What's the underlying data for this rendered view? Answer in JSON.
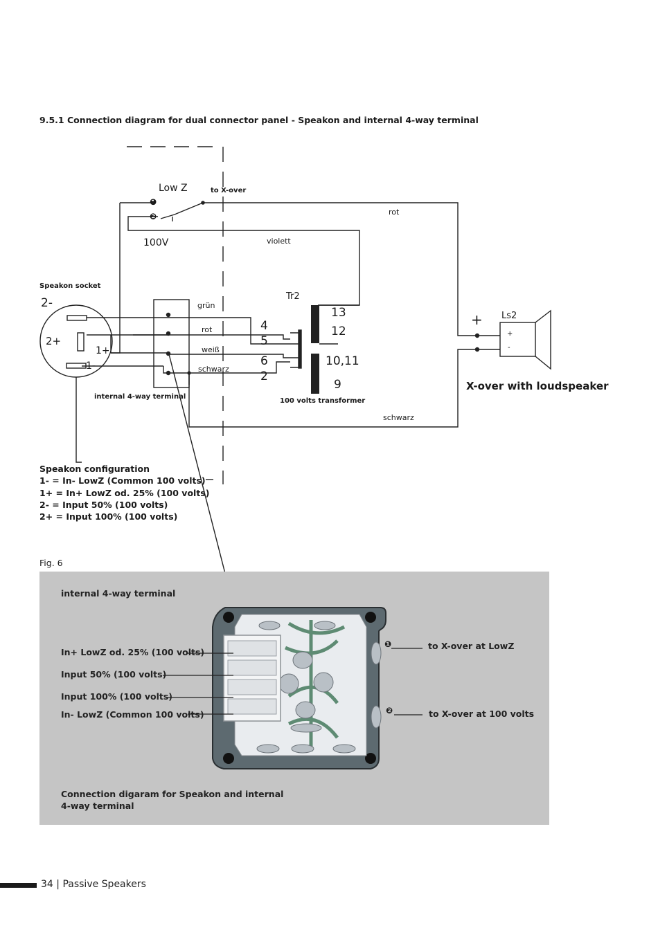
{
  "title": "9.5.1 Connection diagram for dual connector panel - Speakon and internal 4-way terminal",
  "schematic": {
    "lowz": "Low Z",
    "to_xover": "to X-over",
    "v100": "100V",
    "rot": "rot",
    "violett": "violett",
    "speakon_socket": "Speakon socket",
    "tr2": "Tr2",
    "pins": {
      "p2m": "2-",
      "p2p": "2+",
      "p1p": "1+",
      "p1m": "1-"
    },
    "wires": {
      "gruen": "grün",
      "rot": "rot",
      "weiss": "weiß",
      "schwarz": "schwarz",
      "schwarz_bottom": "schwarz"
    },
    "taps_left": [
      "4",
      "5",
      "6",
      "2"
    ],
    "taps_right": [
      "13",
      "12",
      "10,11",
      "9"
    ],
    "plus": "+",
    "ls2": "Ls2",
    "ls_plus": "+",
    "ls_minus": "-",
    "xover_loudspeaker": "X-over with loudspeaker",
    "internal_terminal": "internal 4-way terminal",
    "transformer": "100 volts transformer",
    "markers": {
      "m1": "❶",
      "m2": "❷"
    }
  },
  "speakon_config": {
    "heading": "Speakon configuration",
    "lines": [
      "1- = In- LowZ (Common 100 volts)",
      "1+ = In+ LowZ od. 25% (100 volts)",
      "2- = Input 50% (100 volts)",
      "2+ = Input 100% (100 volts)"
    ]
  },
  "fig": "Fig. 6",
  "photo": {
    "terminal_label": "internal 4-way terminal",
    "left_labels": [
      "In+ LowZ od. 25% (100 volts)",
      "Input 50% (100 volts)",
      "Input 100% (100 volts)",
      "In- LowZ (Common 100 volts)"
    ],
    "right_labels": [
      "to X-over at LowZ",
      "to X-over at 100 volts"
    ],
    "caption_line1": "Connection digaram for Speakon and internal",
    "caption_line2": "4-way terminal"
  },
  "footer": {
    "page": "34",
    "sep": "|",
    "section": "Passive Speakers"
  }
}
